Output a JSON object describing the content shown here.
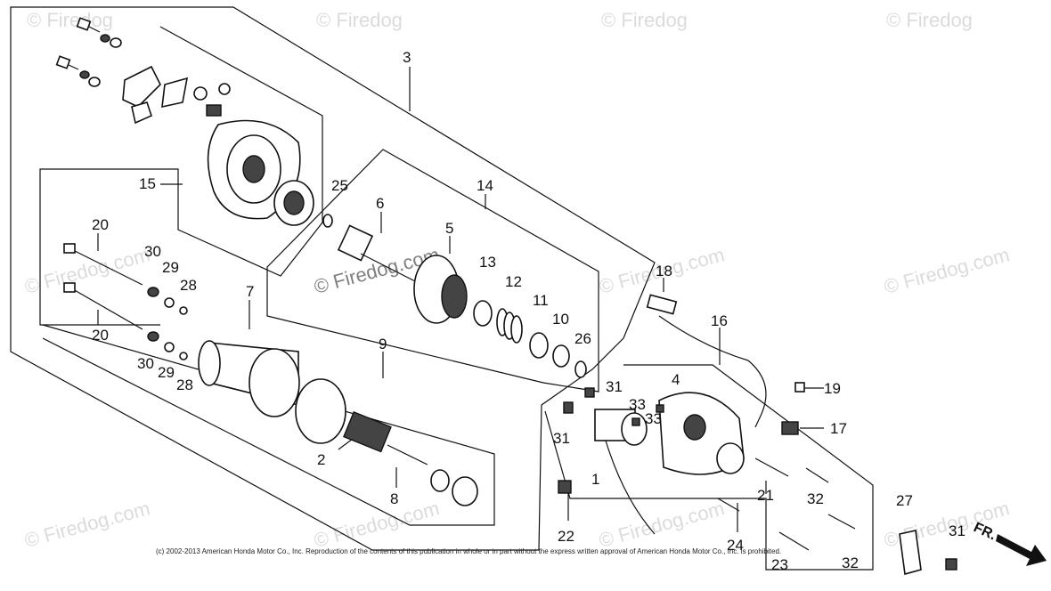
{
  "watermark": {
    "brand": "© Firedog",
    "center": "© Firedog.com"
  },
  "copyright": "(c) 2002-2013 American Honda Motor Co., Inc. Reproduction of the contents of this publication in whole or in part without the express written approval of American Honda Motor Co., Inc. is prohibited.",
  "direction_label": "FR.",
  "callouts": {
    "c1": "1",
    "c2": "2",
    "c3": "3",
    "c4": "4",
    "c5": "5",
    "c6": "6",
    "c7": "7",
    "c8": "8",
    "c9": "9",
    "c10": "10",
    "c11": "11",
    "c12": "12",
    "c13": "13",
    "c14": "14",
    "c15": "15",
    "c16": "16",
    "c17": "17",
    "c18": "18",
    "c19": "19",
    "c20a": "20",
    "c20b": "20",
    "c21": "21",
    "c22": "22",
    "c23": "23",
    "c24": "24",
    "c25": "25",
    "c26": "26",
    "c27": "27",
    "c28a": "28",
    "c28b": "28",
    "c29a": "29",
    "c29b": "29",
    "c30a": "30",
    "c30b": "30",
    "c31a": "31",
    "c31b": "31",
    "c31c": "31",
    "c32a": "32",
    "c32b": "32",
    "c33a": "33",
    "c33b": "33"
  }
}
